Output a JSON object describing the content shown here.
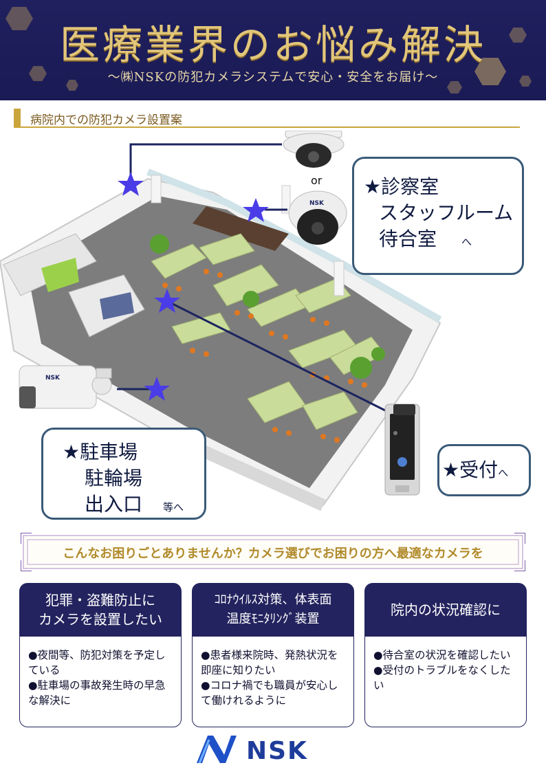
{
  "header": {
    "title": "医療業界のお悩み解決",
    "subtitle": "〜㈱NSKの防犯カメラシステムで安心・安全をお届け〜"
  },
  "section": {
    "title": "病院内での防犯カメラ設置案"
  },
  "camera_or": "or",
  "callouts": {
    "indoor": {
      "line1": "★診察室",
      "line2": "スタッフルーム",
      "line3": "待合室",
      "suffix": "へ"
    },
    "outdoor": {
      "line1": "★駐車場",
      "line2": "駐輪場",
      "line3": "出入口",
      "suffix": "等へ"
    },
    "reception": {
      "line1": "★受付",
      "suffix": "へ"
    }
  },
  "device_brand": "NSK",
  "banner": {
    "text": "こんなお困りごとありませんか？カメラ選びでお困りの方へ最適なカメラを"
  },
  "cards": [
    {
      "title": "犯罪・盗難防止に\nカメラを設置したい",
      "bullets": [
        "●夜間等、防犯対策を予定している",
        "●駐車場の事故発生時の早急な解決に"
      ]
    },
    {
      "title": "ｺﾛﾅｳｲﾙｽ対策、体表面\n温度ﾓﾆﾀﾘﾝｸﾞ装置",
      "bullets": [
        "●患者様来院時、発熱状況を即座に知りたい",
        "●コロナ禍でも職員が安心して働けれるように"
      ]
    },
    {
      "title": "院内の状況確認に",
      "bullets": [
        "●待合室の状況を確認したい",
        "●受付のトラブルをなくしたい"
      ]
    }
  ],
  "logo": {
    "text": "NSK"
  },
  "colors": {
    "navy": "#1a1a55",
    "gold": "#c9a53c",
    "callout_border": "#3a5a78",
    "star": "#4040e0"
  }
}
